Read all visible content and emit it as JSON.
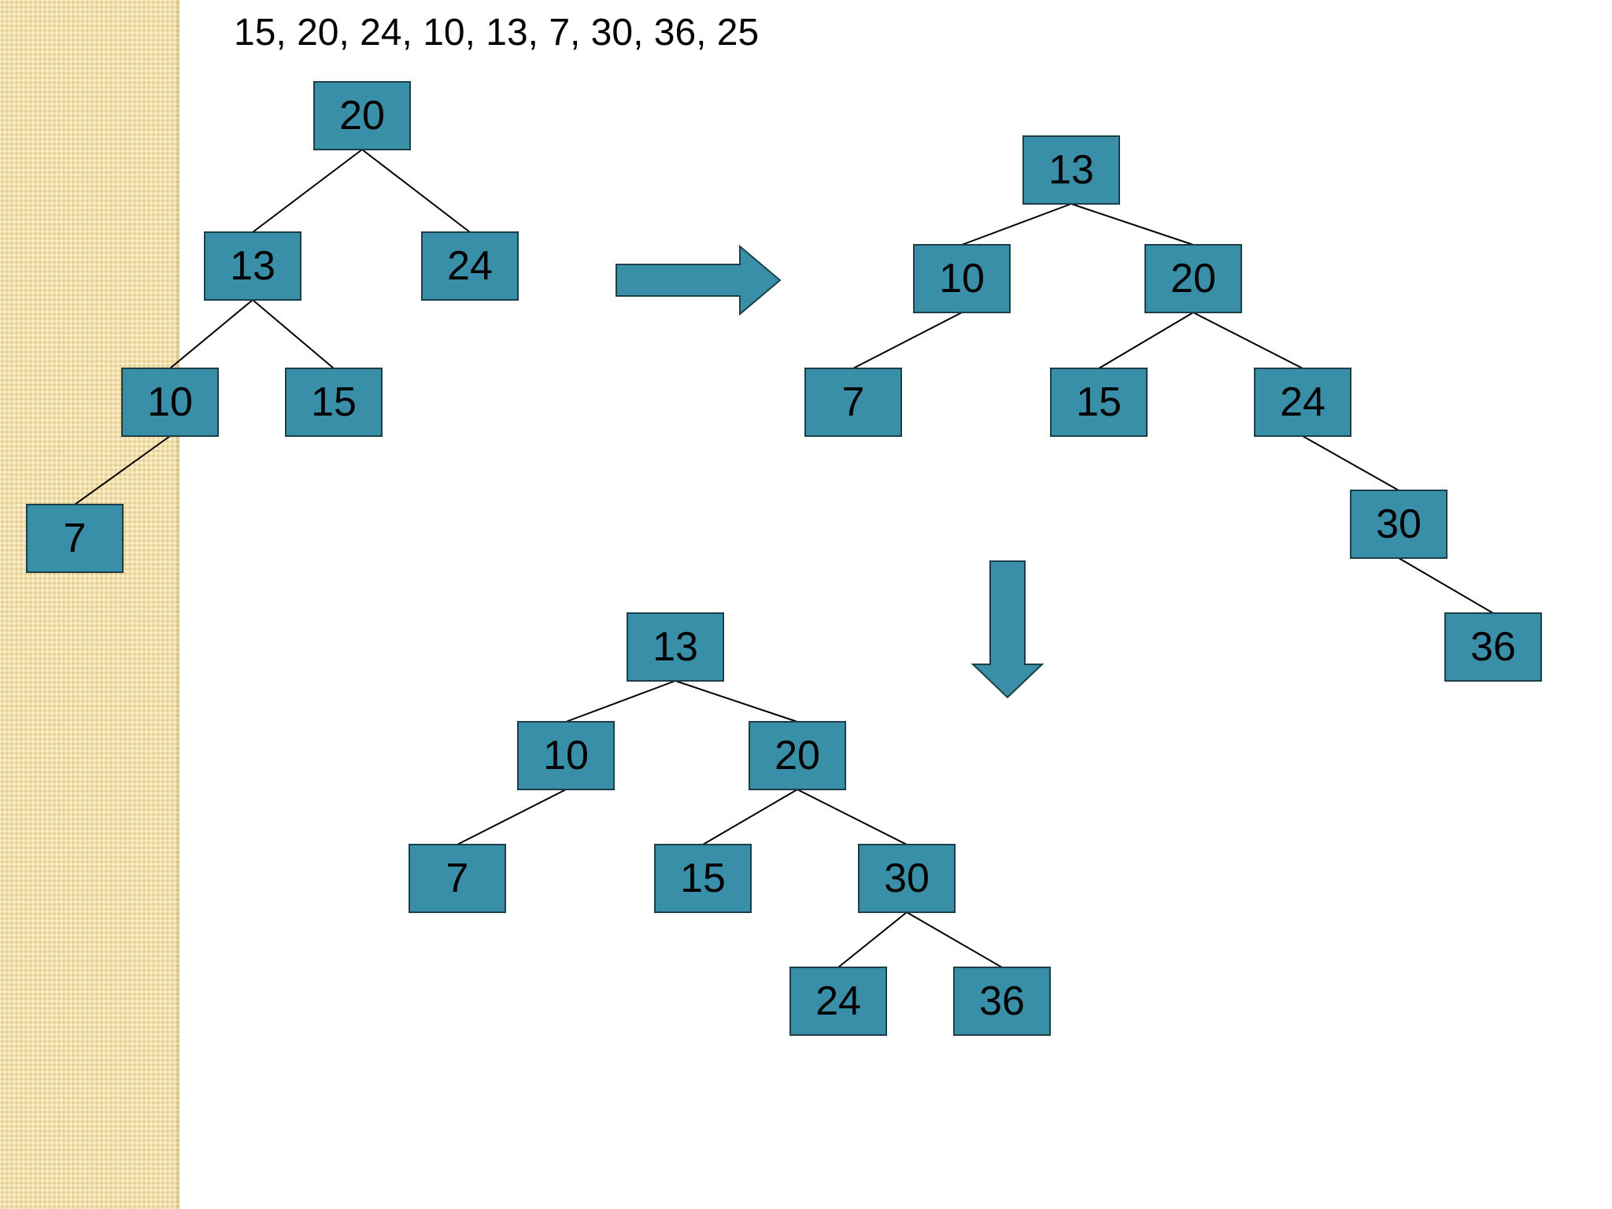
{
  "sequence": "15, 20, 24, 10, 13, 7, 30, 36, 25",
  "colors": {
    "node_fill": "#3a8fa8",
    "node_stroke": "#1c3f4a",
    "node_text": "#000000",
    "edge": "#000000",
    "arrow_fill": "#3a8fa8",
    "band": "#f3e2b0"
  },
  "trees": [
    {
      "name": "tree-before",
      "nodes": [
        {
          "id": "a20",
          "label": "20"
        },
        {
          "id": "a13",
          "label": "13"
        },
        {
          "id": "a24",
          "label": "24"
        },
        {
          "id": "a10",
          "label": "10"
        },
        {
          "id": "a15",
          "label": "15"
        },
        {
          "id": "a7",
          "label": "7"
        }
      ],
      "edges": [
        [
          "a20",
          "a13"
        ],
        [
          "a20",
          "a24"
        ],
        [
          "a13",
          "a10"
        ],
        [
          "a13",
          "a15"
        ],
        [
          "a10",
          "a7"
        ]
      ]
    },
    {
      "name": "tree-after-rotation",
      "nodes": [
        {
          "id": "b13",
          "label": "13"
        },
        {
          "id": "b10",
          "label": "10"
        },
        {
          "id": "b20",
          "label": "20"
        },
        {
          "id": "b7",
          "label": "7"
        },
        {
          "id": "b15",
          "label": "15"
        },
        {
          "id": "b24",
          "label": "24"
        },
        {
          "id": "b30",
          "label": "30"
        },
        {
          "id": "b36",
          "label": "36"
        }
      ],
      "edges": [
        [
          "b13",
          "b10"
        ],
        [
          "b13",
          "b20"
        ],
        [
          "b10",
          "b7"
        ],
        [
          "b20",
          "b15"
        ],
        [
          "b20",
          "b24"
        ],
        [
          "b24",
          "b30"
        ],
        [
          "b30",
          "b36"
        ]
      ]
    },
    {
      "name": "tree-final",
      "nodes": [
        {
          "id": "c13",
          "label": "13"
        },
        {
          "id": "c10",
          "label": "10"
        },
        {
          "id": "c20",
          "label": "20"
        },
        {
          "id": "c7",
          "label": "7"
        },
        {
          "id": "c15",
          "label": "15"
        },
        {
          "id": "c30",
          "label": "30"
        },
        {
          "id": "c24",
          "label": "24"
        },
        {
          "id": "c36",
          "label": "36"
        }
      ],
      "edges": [
        [
          "c13",
          "c10"
        ],
        [
          "c13",
          "c20"
        ],
        [
          "c10",
          "c7"
        ],
        [
          "c20",
          "c15"
        ],
        [
          "c20",
          "c30"
        ],
        [
          "c30",
          "c24"
        ],
        [
          "c30",
          "c36"
        ]
      ]
    }
  ],
  "arrows": [
    {
      "name": "right-arrow-icon",
      "direction": "right"
    },
    {
      "name": "down-arrow-icon",
      "direction": "down"
    }
  ]
}
